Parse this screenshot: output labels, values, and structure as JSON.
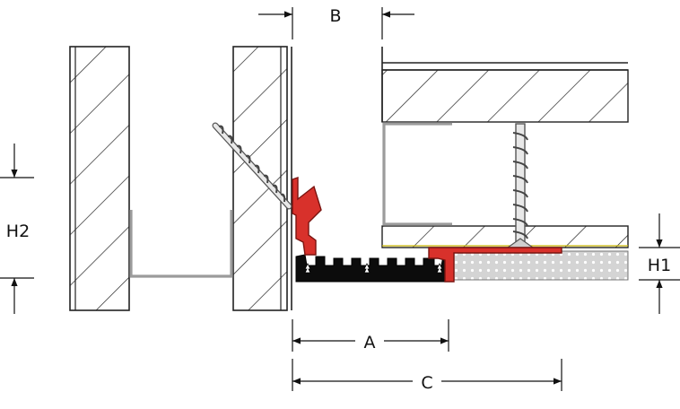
{
  "labels": {
    "b": "B",
    "h2": "H2",
    "h1": "H1",
    "a": "A",
    "c": "C"
  },
  "colors": {
    "profile_red": "#d8312b",
    "profile_outline": "#7a1410",
    "rubber_black": "#0c0c0c",
    "bracket_gray": "#9b9b9b",
    "line": "#111111",
    "fill_pattern": "#d0d0d0"
  }
}
